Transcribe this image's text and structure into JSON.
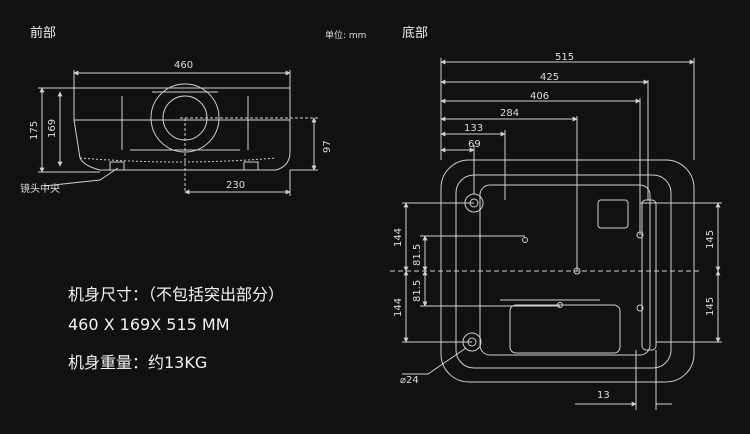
{
  "front": {
    "title": "前部",
    "unit": "单位: mm",
    "dims": {
      "width": "460",
      "height_total": "175",
      "height_body": "169",
      "lens_height": "97",
      "lens_offset": "230"
    },
    "lens_label": "镜头中央"
  },
  "bottom": {
    "title": "底部",
    "dims": {
      "d515": "515",
      "d425": "425",
      "d406": "406",
      "d284": "284",
      "d133": "133",
      "d69": "69",
      "left_upper": "144",
      "left_lower": "144",
      "inner_upper": "81.5",
      "inner_lower": "81.5",
      "right_upper": "145",
      "right_lower": "145",
      "bottom_right": "13",
      "foot_diameter": "⌀24"
    }
  },
  "specs": {
    "line1": "机身尺寸：（不包括突出部分）",
    "line2": "460 X 169X 515 MM",
    "line3": "机身重量：约13KG"
  },
  "colors": {
    "background": "#111111",
    "line": "#cfcfcf",
    "text": "#e6e6e6"
  }
}
